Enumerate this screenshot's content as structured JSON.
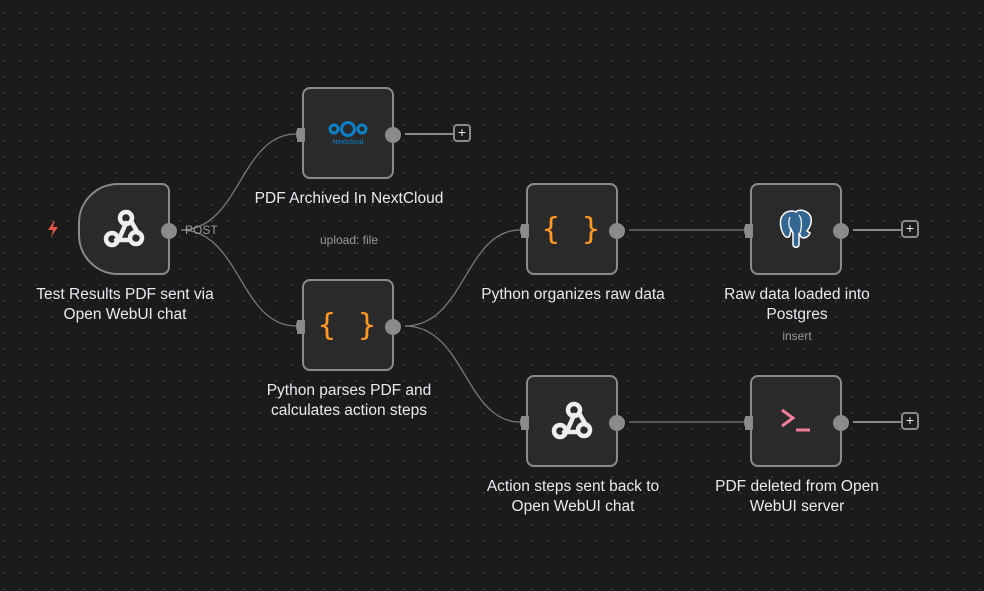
{
  "canvas": {
    "edge_color": "#7a7a7a",
    "accent_trigger": "#e5534b"
  },
  "nodes": {
    "trigger": {
      "label": "Test Results PDF sent via Open WebUI chat",
      "output_label": "POST",
      "icon": "webhook-icon"
    },
    "nextcloud": {
      "label": "PDF Archived In NextCloud",
      "subtitle": "upload: file",
      "icon": "nextcloud-icon",
      "icon_text": "Nextcloud",
      "icon_color": "#0b82c9"
    },
    "python_parse": {
      "label": "Python parses PDF and calculates action steps",
      "icon": "code-braces-icon",
      "icon_text": "{ }",
      "icon_color": "#ff9922"
    },
    "python_organize": {
      "label": "Python organizes raw data",
      "icon": "code-braces-icon",
      "icon_text": "{ }",
      "icon_color": "#ff9922"
    },
    "action_steps": {
      "label": "Action steps sent back to Open WebUI chat",
      "icon": "webhook-icon"
    },
    "postgres": {
      "label": "Raw data loaded into Postgres",
      "subtitle": "insert",
      "icon": "postgres-icon",
      "icon_color": "#336791"
    },
    "pdf_deleted": {
      "label": "PDF deleted from Open WebUI server",
      "icon": "terminal-icon",
      "icon_color": "#ef7e9a"
    }
  },
  "add_button_label": "+"
}
